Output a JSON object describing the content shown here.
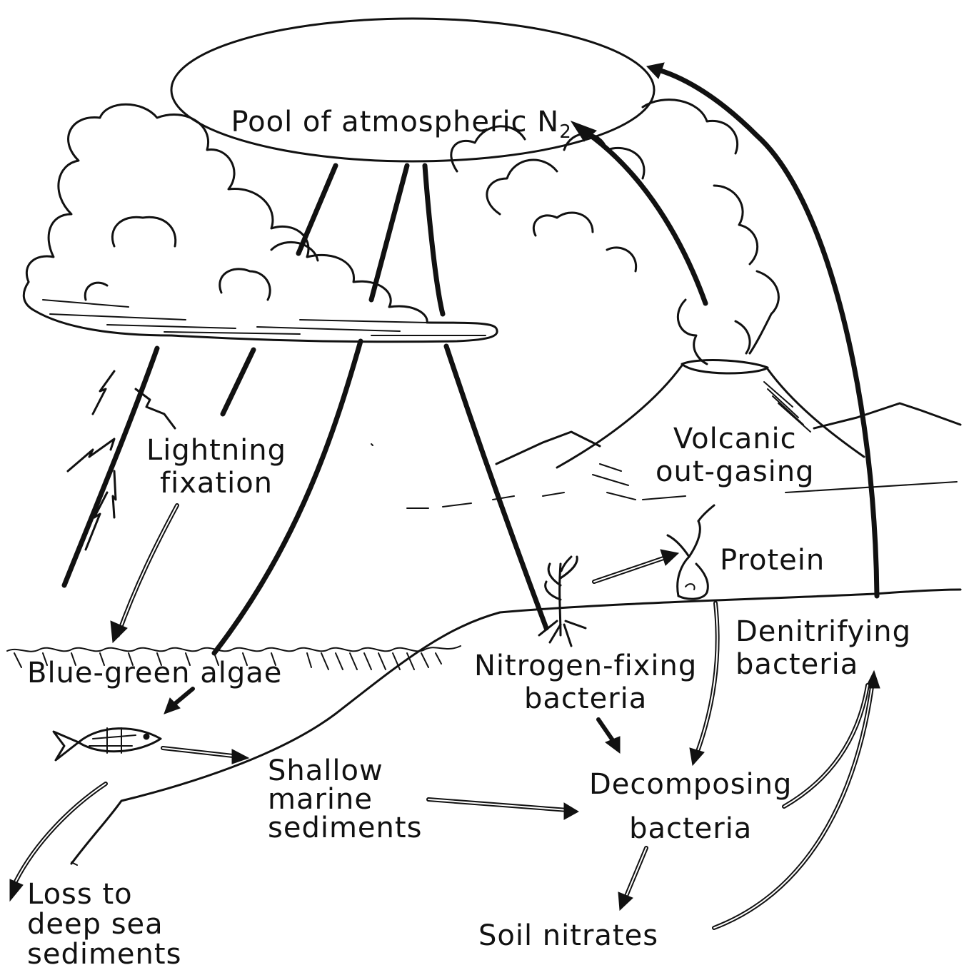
{
  "diagram": {
    "atmosphere": {
      "text": "Pool of atmospheric N",
      "subscript": "2"
    },
    "labels": {
      "lightning": "Lightning\nfixation",
      "volcanic": "Volcanic\nout-gasing",
      "protein": "Protein",
      "denitrifying": "Denitrifying\nbacteria",
      "nitrogen_fixing": "Nitrogen-fixing\nbacteria",
      "blue_green": "Blue-green algae",
      "decomposing": "Decomposing\nbacteria",
      "shallow": "Shallow\nmarine\nsediments",
      "loss": "Loss to\ndeep sea\nsediments",
      "soil": "Soil nitrates"
    },
    "icons": [
      "cloud-icon",
      "lightning-bolt-icon",
      "volcano-icon",
      "plant-icon",
      "animal-icon",
      "fish-icon",
      "sea-waves-icon"
    ]
  }
}
